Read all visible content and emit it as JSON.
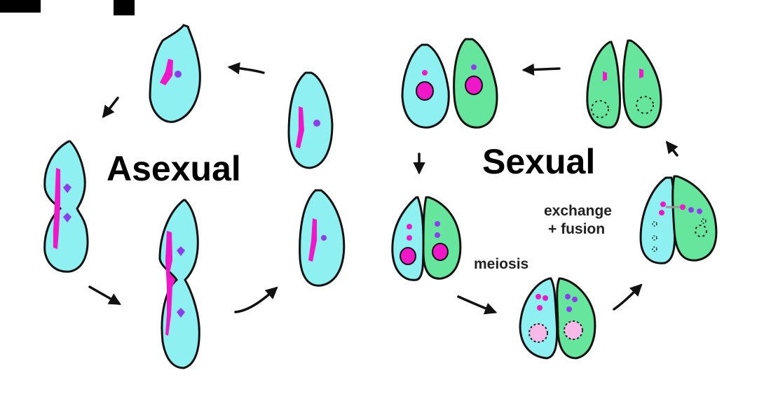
{
  "labels": {
    "asexual": "Asexual",
    "sexual": "Sexual",
    "meiosis": "meiosis",
    "exchange": "exchange",
    "fusion": "+ fusion"
  },
  "colors": {
    "cyan_cell": "#8ef0f0",
    "green_cell": "#66e69c",
    "macronucleus_magenta": "#ee18c8",
    "micronucleus_violet": "#8e3cf0",
    "dividing_nucleus_pink": "#f7b9e7",
    "outline": "#111111"
  }
}
